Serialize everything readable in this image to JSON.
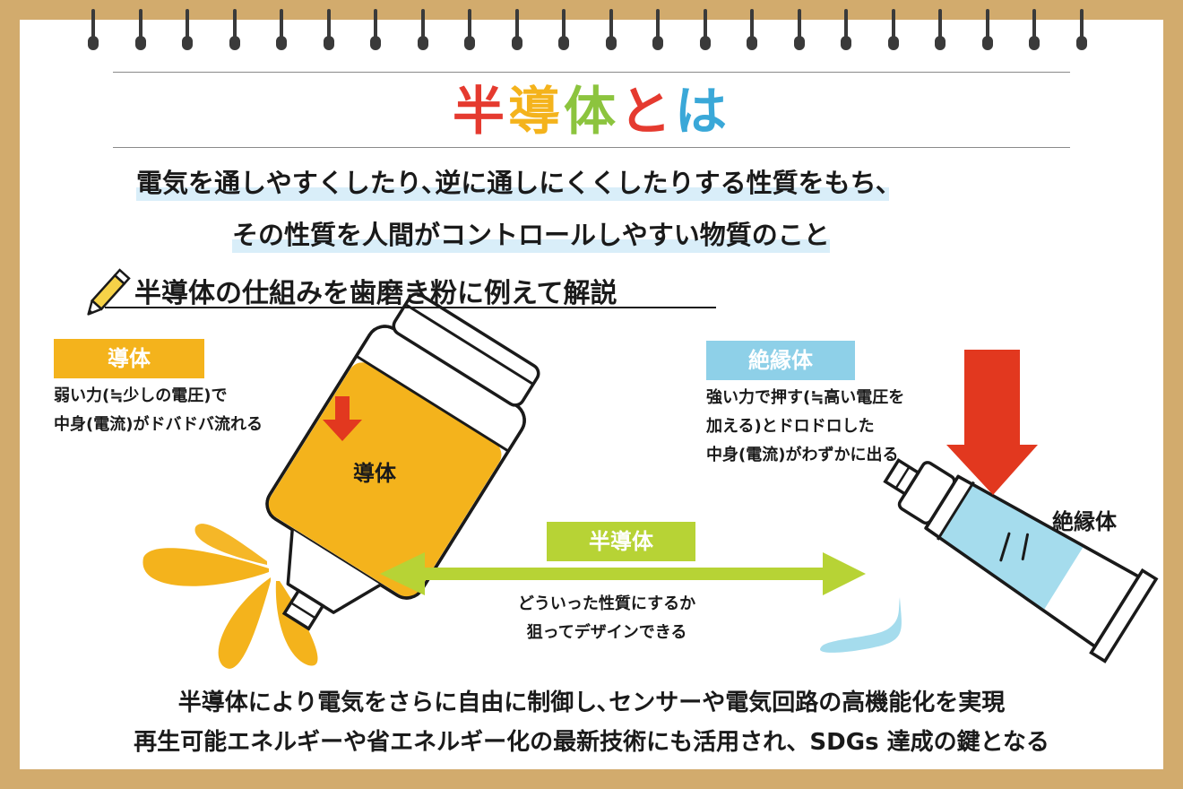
{
  "title": {
    "chars": [
      {
        "text": "半",
        "color": "#e53a2f"
      },
      {
        "text": "導",
        "color": "#f4b31c"
      },
      {
        "text": "体",
        "color": "#8cc43e"
      },
      {
        "text": "と",
        "color": "#e53a2f"
      },
      {
        "text": "は",
        "color": "#3aa8d8"
      }
    ]
  },
  "definition": {
    "line1": "電気を通しやすくしたり､逆に通しにくくしたりする性質をもち､",
    "line2": "その性質を人間がコントロールしやすい物質のこと"
  },
  "subheading": {
    "icon": "pencil-icon",
    "text": "半導体の仕組みを歯磨き粉に例えて解説"
  },
  "conductor": {
    "tag": "導体",
    "tag_color": "#f4b31c",
    "note_line1": "弱い力(≒少しの電圧)で",
    "note_line2": "中身(電流)がドバドバ流れる",
    "tube_label": "導体",
    "fill_color": "#f4b31c"
  },
  "insulator": {
    "tag": "絶縁体",
    "tag_color": "#8ed0e8",
    "note_line1": "強い力で押す(≒高い電圧を",
    "note_line2": "加える)とドロドロした",
    "note_line3": "中身(電流)がわずかに出る",
    "tube_label": "絶縁体",
    "fill_color": "#a5dced"
  },
  "semiconductor": {
    "tag": "半導体",
    "tag_color": "#b7d335",
    "caption_line1": "どういった性質にするか",
    "caption_line2": "狙ってデザインできる"
  },
  "colors": {
    "arrow_red": "#e2381f",
    "ring": "#3a3a3a",
    "frame": "#d2ab6d"
  },
  "bottom": {
    "line1": "半導体により電気をさらに自由に制御し､センサーや電気回路の高機能化を実現",
    "line2": "再生可能エネルギーや省エネルギー化の最新技術にも活用され、SDGs 達成の鍵となる"
  }
}
